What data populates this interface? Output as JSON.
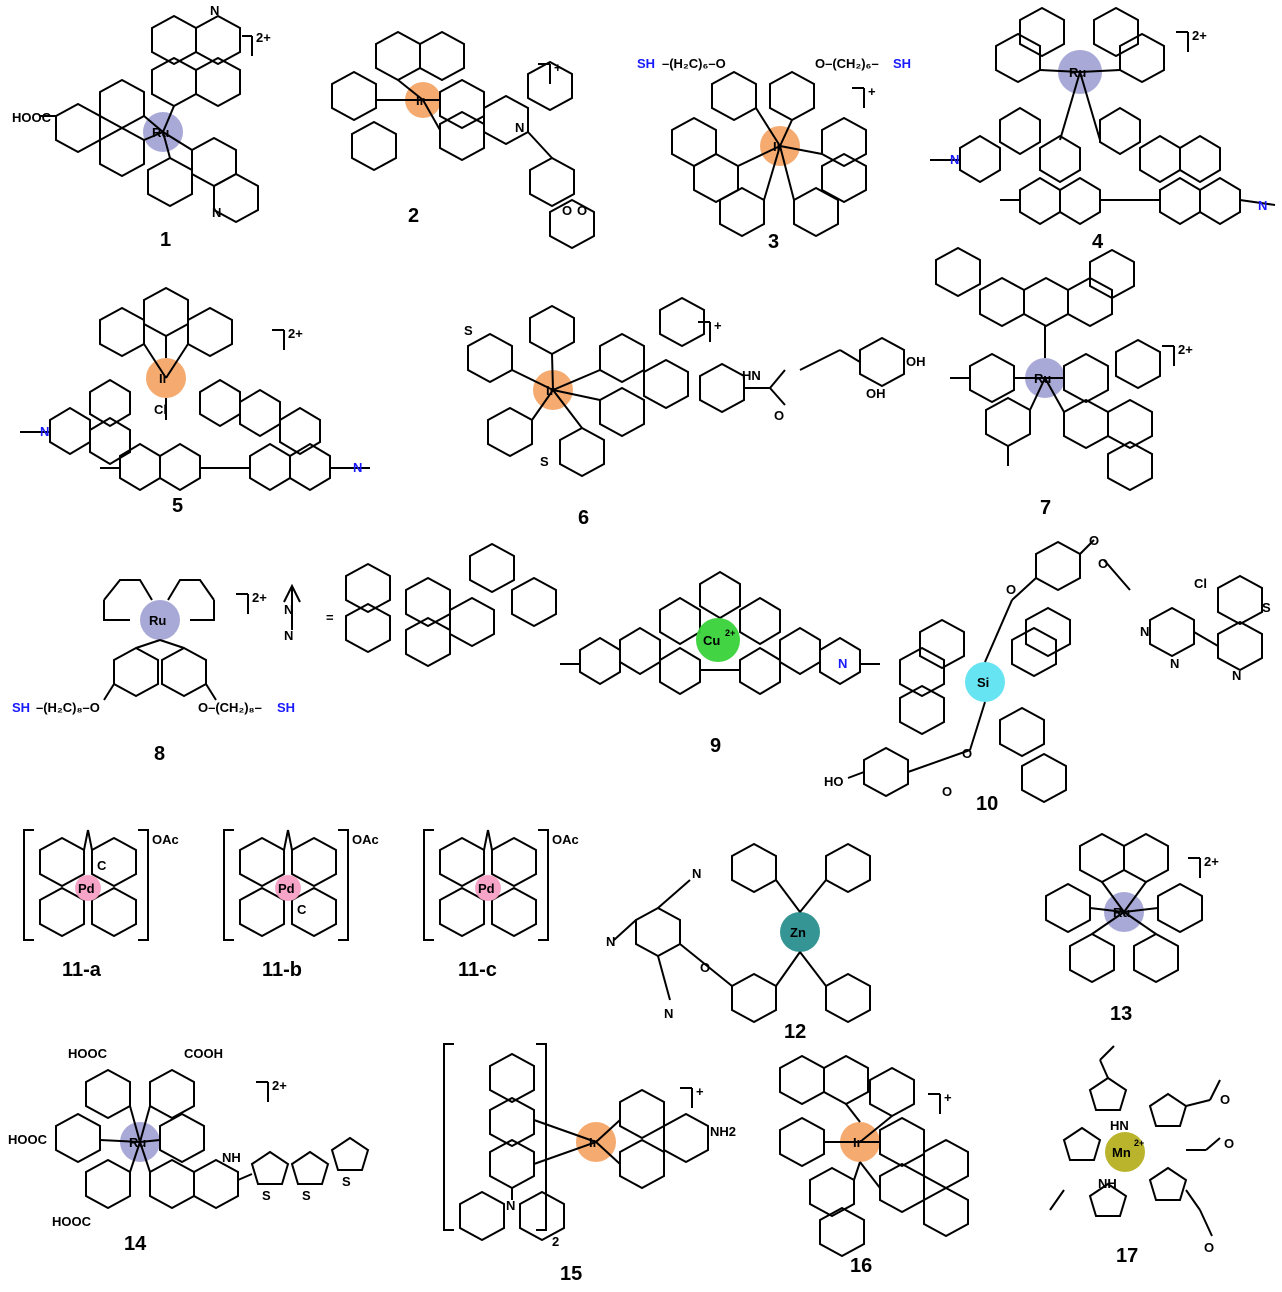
{
  "figure": {
    "compounds": [
      {
        "label": "1",
        "metal": "Ru",
        "charge": "2+",
        "substituents": [
          "HOOC"
        ]
      },
      {
        "label": "2",
        "metal": "Ir",
        "charge": "+"
      },
      {
        "label": "3",
        "metal": "Ir",
        "charge": "+",
        "substituents": [
          "SH–(H2C)6–O",
          "O–(CH2)6–SH"
        ]
      },
      {
        "label": "4",
        "metal": "Ru",
        "charge": "2+"
      },
      {
        "label": "5",
        "metal": "Ir",
        "charge": "2+",
        "extra": "Cl"
      },
      {
        "label": "6",
        "metal": "Ir",
        "charge": "+",
        "substituents": [
          "OH",
          "OH",
          "HN",
          "O"
        ]
      },
      {
        "label": "7",
        "metal": "Ru",
        "charge": "2+"
      },
      {
        "label": "8",
        "metal": "Ru",
        "charge": "2+",
        "substituents": [
          "SH–(H2C)8–O",
          "O–(CH2)8–SH"
        ]
      },
      {
        "label": "9",
        "metal": "Cu",
        "charge": "2+"
      },
      {
        "label": "10",
        "metal": "Si",
        "substituents": [
          "Cl",
          "S",
          "HO",
          "O"
        ]
      },
      {
        "label": "11-a",
        "metal": "Pd",
        "counterion": "OAc"
      },
      {
        "label": "11-b",
        "metal": "Pd",
        "counterion": "OAc"
      },
      {
        "label": "11-c",
        "metal": "Pd",
        "counterion": "OAc"
      },
      {
        "label": "12",
        "metal": "Zn"
      },
      {
        "label": "13",
        "metal": "Ru",
        "charge": "2+"
      },
      {
        "label": "14",
        "metal": "Ru",
        "charge": "2+",
        "substituents": [
          "HOOC",
          "COOH",
          "HOOC",
          "HOOC",
          "NH"
        ]
      },
      {
        "label": "15",
        "metal": "Ir",
        "charge": "+",
        "substituents": [
          "NH2"
        ],
        "subscript": "2"
      },
      {
        "label": "16",
        "metal": "Ir",
        "charge": "+"
      },
      {
        "label": "17",
        "metal": "Mn",
        "charge": "2+",
        "substituents": [
          "HN",
          "NH"
        ]
      }
    ],
    "metal_colors": {
      "Ru": "#9a9ad0",
      "Ir": "#f4a261",
      "Pd": "#f6a5c8",
      "Cu": "#39d23a",
      "Si": "#5fe3f0",
      "Zn": "#2a8f8f",
      "Mn": "#b5b020"
    },
    "text_colors": {
      "thiol": "#1a1aff",
      "triazine_N": "#1a1aff"
    },
    "fragments": {
      "sh_left_3": "SH",
      "chain_left_3": "–(H₂C)₆–O",
      "chain_right_3": "O–(CH₂)₆–",
      "sh_right_3": "SH",
      "sh_left_8": "SH",
      "chain_left_8": "–(H₂C)₈–O",
      "chain_right_8": "O–(CH₂)₈–",
      "sh_right_8": "SH",
      "ligand_eq": "=",
      "N": "N",
      "NH": "NH",
      "NH2": "NH₂",
      "S": "S",
      "O": "O",
      "Cl": "Cl",
      "HO": "HO",
      "OH": "OH",
      "HN": "HN",
      "C": "C",
      "OAc": "OAc",
      "HOOC": "HOOC",
      "COOH": "COOH",
      "subscript2": "2"
    }
  }
}
